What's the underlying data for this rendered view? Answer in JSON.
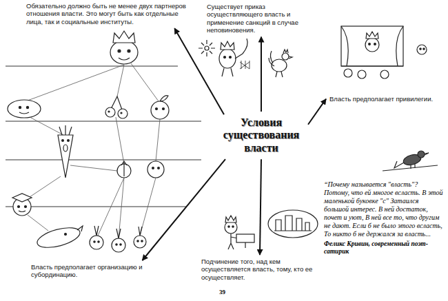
{
  "diagram": {
    "nodes": [
      {
        "text": [
          "Обязательно должно быть не менее двух партнеров отношения власти. Это могут быть как отдельные лица, так и социальные институты."
        ]
      },
      {
        "text": [
          "Существует приказ осуществляющего власть и применение санкций в случае неповиновения."
        ]
      },
      {
        "text": [
          "Условия существования власти"
        ]
      },
      {
        "text": [
          "Власть предполагает привилегии."
        ]
      },
      {
        "text": [
          "Власть предполагает организацию и субординацию."
        ]
      },
      {
        "text": [
          "Подчинение того, над кем осуществляется власть, тому, кто ее осуществляет."
        ]
      }
    ],
    "edges": [
      {
        "from": 2,
        "to": 0,
        "arrow": "to"
      },
      {
        "from": 2,
        "to": 1,
        "arrow": "to"
      },
      {
        "from": 2,
        "to": 3,
        "arrow": "to"
      },
      {
        "from": 2,
        "to": 4,
        "arrow": "to"
      },
      {
        "from": 2,
        "to": 5,
        "arrow": "to"
      }
    ],
    "labels": [
      "“Почему называется \"власть\"? Потому, что ей многое всласть. В этой маленькой буковке \"с\" Затаился большой интерес. В ней достаток, почет и уют, В ней все то, что другим не дают. Если б не было этого всласть, То никто б не держался за власть...",
      "Феликс Кривин, современный поэт-сатирик",
      "39"
    ]
  }
}
